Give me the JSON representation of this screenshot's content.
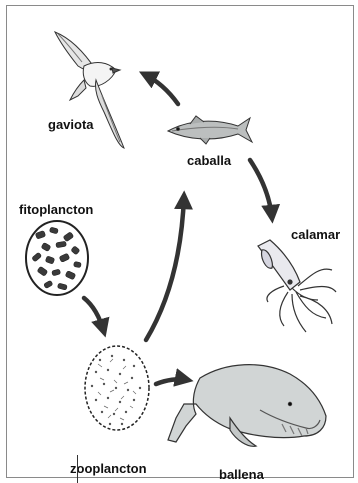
{
  "diagram": {
    "type": "food-web",
    "nodes": [
      {
        "id": "gaviota",
        "label": "gaviota",
        "icon": "seagull-icon"
      },
      {
        "id": "caballa",
        "label": "caballa",
        "icon": "mackerel-icon"
      },
      {
        "id": "fitoplancton",
        "label": "fitoplancton",
        "icon": "phytoplankton-icon"
      },
      {
        "id": "calamar",
        "label": "calamar",
        "icon": "squid-icon"
      },
      {
        "id": "zooplancton",
        "label": "zooplancton",
        "icon": "zooplankton-icon"
      },
      {
        "id": "ballena",
        "label": "ballena",
        "icon": "whale-icon"
      }
    ],
    "edges": [
      {
        "from": "caballa",
        "to": "gaviota"
      },
      {
        "from": "caballa",
        "to": "calamar"
      },
      {
        "from": "fitoplancton",
        "to": "zooplancton"
      },
      {
        "from": "zooplancton",
        "to": "caballa"
      },
      {
        "from": "zooplancton",
        "to": "ballena"
      }
    ],
    "colors": {
      "arrow": "#333333",
      "outline": "#222222",
      "whale": "#cfd3d3",
      "fish": "#b9bcbc"
    }
  }
}
